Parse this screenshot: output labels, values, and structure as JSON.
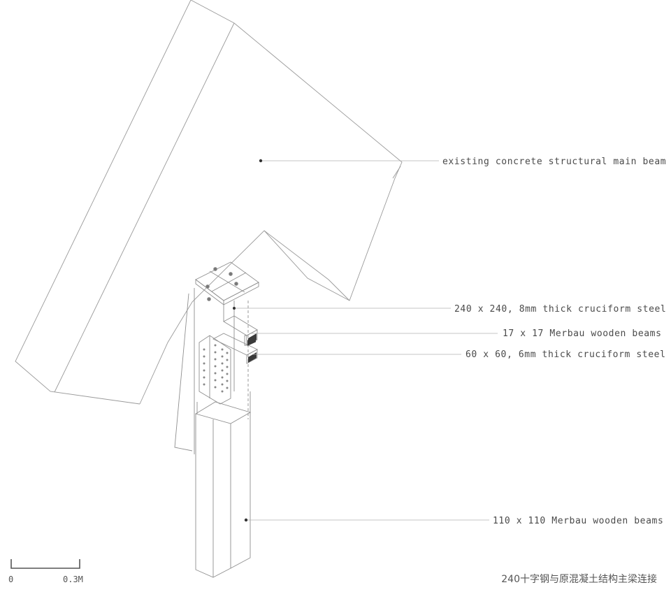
{
  "labels": {
    "concrete_beam": "existing concrete structural main beam",
    "cruciform_240": "240 x 240, 8mm thick cruciform steel",
    "merbau_17": "17 x 17 Merbau wooden beams",
    "cruciform_60": "60 x 60, 6mm thick cruciform steel",
    "merbau_110": "110 x 110 Merbau wooden beams"
  },
  "scale_bar": {
    "start": "0",
    "end": "0.3M"
  },
  "caption": "240十字钢与原混凝土结构主梁连接",
  "colors": {
    "line": "#8a8a8a",
    "leader": "#b0b0b0",
    "dark": "#333333",
    "text": "#4a4a4a"
  }
}
